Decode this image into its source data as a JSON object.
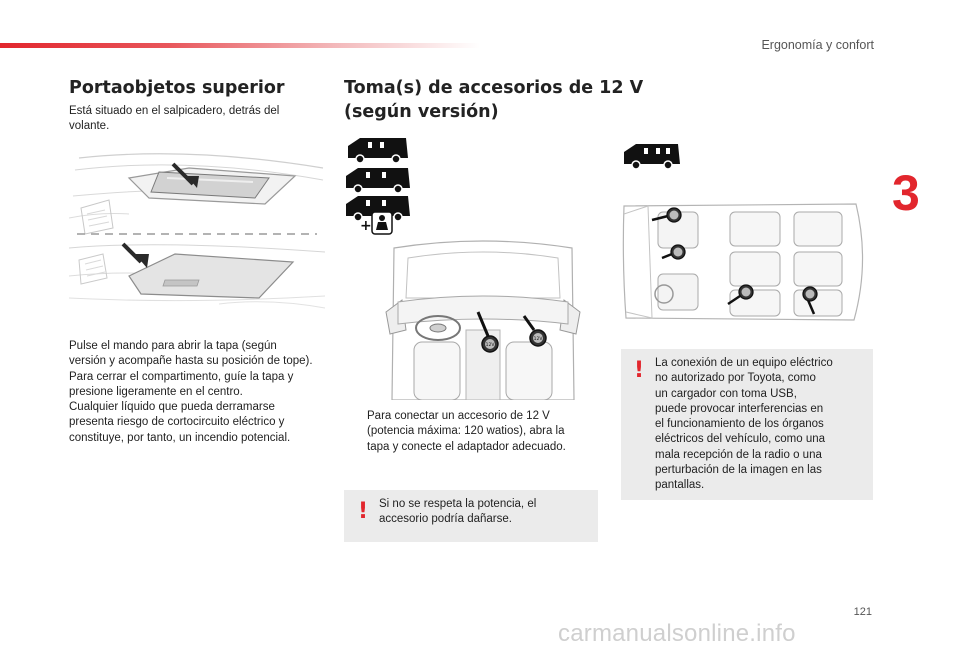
{
  "header": {
    "section_title": "Ergonomía y confort",
    "chapter_number": "3",
    "page_number": "121"
  },
  "left": {
    "title": "Portaobjetos superior",
    "intro": "Está situado en el salpicadero, detrás del volante.",
    "body": [
      "Pulse el mando para abrir la tapa (según",
      "versión y acompañe hasta su posición de tope).",
      "Para cerrar el compartimento, guíe la tapa y",
      "presione ligeramente en el centro.",
      "Cualquier líquido que pueda derramarse",
      "presenta riesgo de cortocircuito eléctrico y",
      "constituye, por tanto, un incendio potencial."
    ]
  },
  "middle": {
    "title_line1": "Toma(s) de accesorios de 12 V",
    "title_line2": "(según versión)",
    "bullet_symbol": "",
    "bullet": [
      "Para conectar un accesorio de 12 V",
      "(potencia máxima: 120 watios), abra la",
      "tapa y conecte el adaptador adecuado."
    ],
    "warning": [
      "Si no se respeta la potencia, el",
      "accesorio podría dañarse."
    ],
    "socket_label": "12V"
  },
  "right": {
    "warning": [
      "La conexión de un equipo eléctrico",
      "no autorizado por Toyota, como",
      "un cargador con toma USB,",
      "puede provocar interferencias en",
      "el funcionamiento de los órganos",
      "eléctricos del vehículo, como una",
      "mala recepción de la radio o una",
      "perturbación de la imagen en las",
      "pantallas."
    ]
  },
  "warning_symbol": "!",
  "plus_symbol": "+",
  "watermark": "carmanualsonline.info",
  "colors": {
    "accent": "#e2262d",
    "card": "#ebebeb",
    "text": "#222222"
  }
}
